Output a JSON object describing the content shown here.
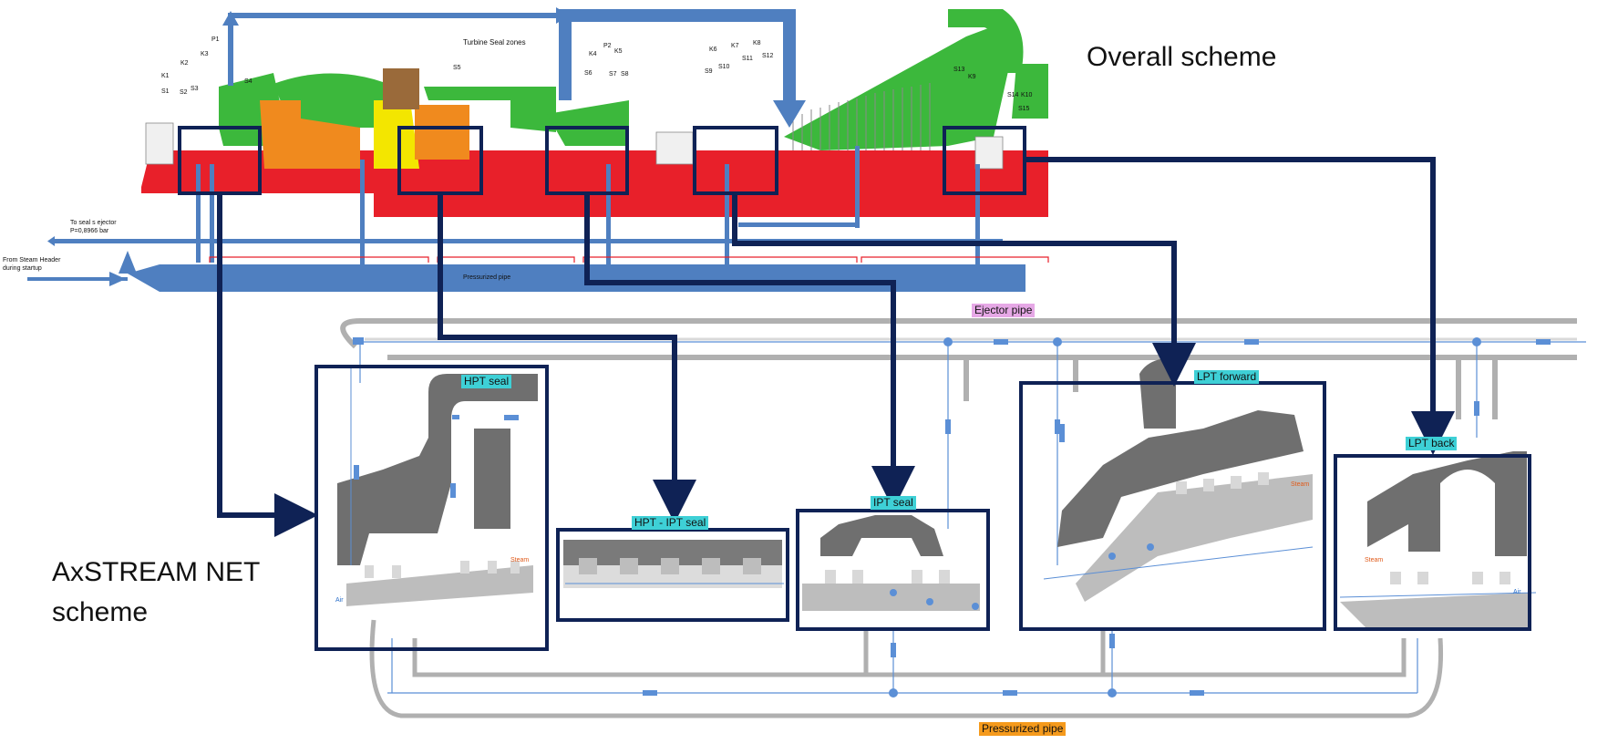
{
  "titles": {
    "overall": "Overall scheme",
    "axstream_line1": "AxSTREAM NET",
    "axstream_line2": "scheme"
  },
  "overall_scheme": {
    "zones_title": "Turbine Seal zones",
    "ejector_note_line1": "To seal s   ejector",
    "ejector_note_line2": "P=0,8966 bar",
    "steam_header_line1": "From Steam Header",
    "steam_header_line2": "during startup",
    "pressurized_pipe": "Pressurized pipe",
    "labels": [
      "K1",
      "S1",
      "K2",
      "S2",
      "S3",
      "K3",
      "P1",
      "S4",
      "S5",
      "K4",
      "P2",
      "K5",
      "S6",
      "S7",
      "S8",
      "K6",
      "K7",
      "K8",
      "S9",
      "S10",
      "S11",
      "S12",
      "S13",
      "K9",
      "S14",
      "K10",
      "S15"
    ]
  },
  "net_scheme": {
    "ejector_pipe": "Ejector pipe",
    "pressurized_pipe": "Pressurized pipe",
    "modules": {
      "hpt_seal": "HPT seal",
      "hpt_ipt_seal": "HPT - IPT seal",
      "ipt_seal": "IPT seal",
      "lpt_forward": "LPT forward",
      "lpt_back": "LPT back"
    },
    "steam_label": "Steam",
    "air_label": "Air"
  },
  "colors": {
    "frame": "#0f2255",
    "blue_pipe": "#4f7fc0",
    "rotor_red": "#e8202a",
    "casing_green": "#3cb83c",
    "orange": "#f08a1e",
    "yellow": "#f3e600",
    "tag_cyan": "#3ed0d6",
    "tag_pink": "#e6a8e6",
    "tag_orange": "#f59a1c",
    "net_gray": "#7a7a7a",
    "net_light": "#bfbfbf",
    "net_blue": "#5b8fd6"
  }
}
